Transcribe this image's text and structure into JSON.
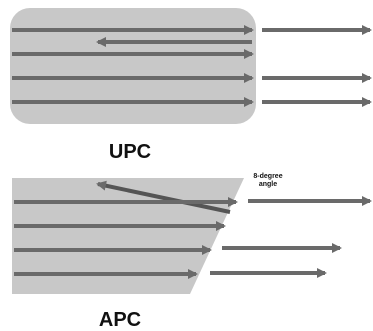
{
  "labels": {
    "upc": "UPC",
    "apc": "APC",
    "angle_note_line1": "8-degree",
    "angle_note_line2": "angle"
  },
  "colors": {
    "background": "#ffffff",
    "connector_face": "#c8c8c8",
    "arrow": "#6a6a6a",
    "text": "#111111"
  }
}
